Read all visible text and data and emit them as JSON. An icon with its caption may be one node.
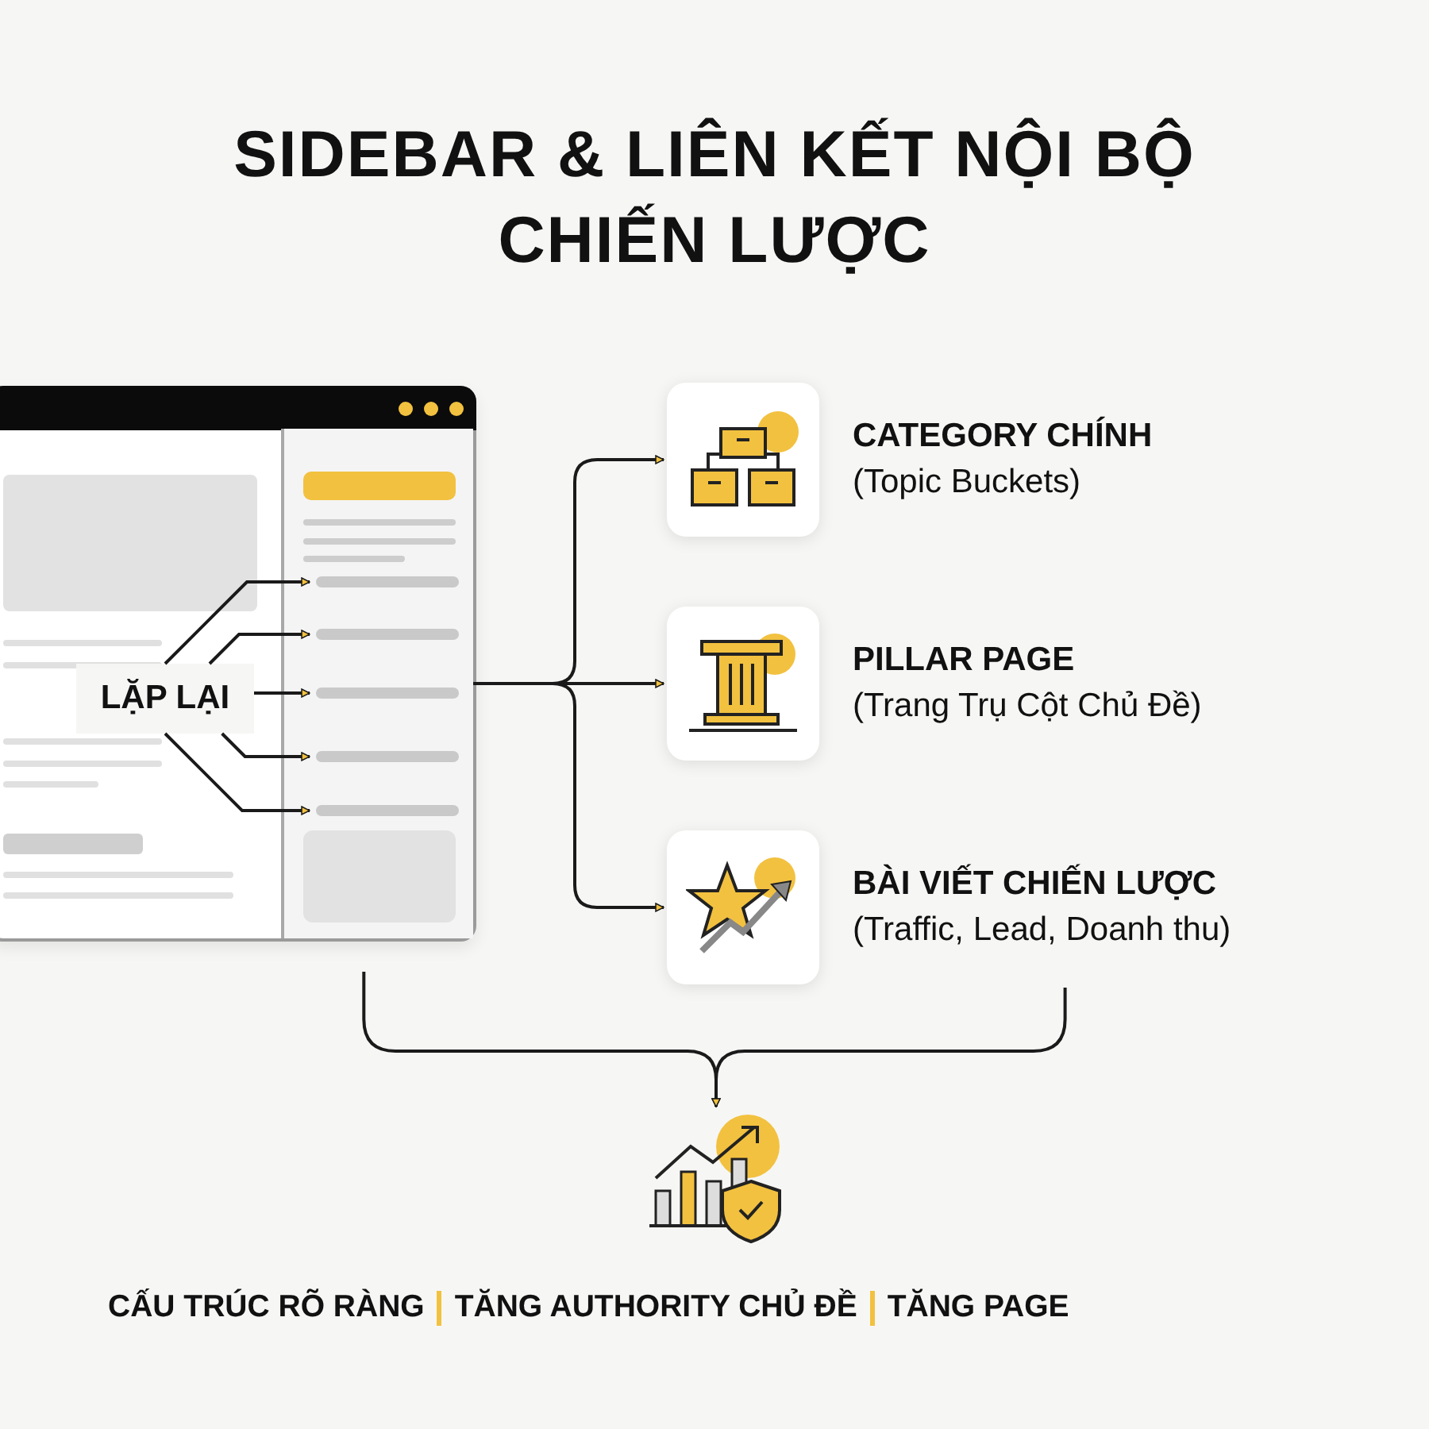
{
  "diagram": {
    "title": "SIDEBAR & LIÊN KẾT NỘI BỘ CHIẾN LƯỢC",
    "nodes": [
      {
        "text": [],
        "shape": "window"
      },
      {
        "text": [],
        "shape": "panel",
        "in": 0
      },
      {
        "text": [
          "LẶP LẠI"
        ],
        "in": 0
      },
      {
        "text": [],
        "shape": "bar",
        "in": 1
      },
      {
        "text": [],
        "shape": "bar",
        "in": 1
      },
      {
        "text": [],
        "shape": "bar",
        "in": 1
      },
      {
        "text": [],
        "shape": "bar",
        "in": 1
      },
      {
        "text": [],
        "shape": "bar",
        "in": 1
      },
      {
        "text": [
          "CATEGORY CHÍNH",
          "(Topic Buckets)"
        ]
      },
      {
        "text": [
          "PILLAR PAGE",
          "(Trang Trụ Cột Chủ Đề)"
        ]
      },
      {
        "text": [
          "BÀI VIẾT CHIẾN LƯỢC",
          "(Traffic, Lead, Doanh thu)"
        ]
      },
      {
        "text": [],
        "shape": "picture"
      }
    ],
    "edges": [
      {
        "from": 2,
        "to": 3,
        "arrow": "to"
      },
      {
        "from": 2,
        "to": 4,
        "arrow": "to"
      },
      {
        "from": 2,
        "to": 5,
        "arrow": "to"
      },
      {
        "from": 2,
        "to": 6,
        "arrow": "to"
      },
      {
        "from": 2,
        "to": 7,
        "arrow": "to"
      },
      {
        "from": 1,
        "to": 8,
        "arrow": "to"
      },
      {
        "from": 1,
        "to": 9,
        "arrow": "to"
      },
      {
        "from": 1,
        "to": 10,
        "arrow": "to"
      },
      {
        "from": 0,
        "to": 11,
        "arrow": "to"
      },
      {
        "from": 10,
        "to": 11,
        "arrow": "to"
      }
    ],
    "labels": [
      "CẤU TRÚC RÕ RÀNG",
      "TĂNG AUTHORITY CHỦ ĐỀ",
      "TĂNG PAGE"
    ]
  }
}
